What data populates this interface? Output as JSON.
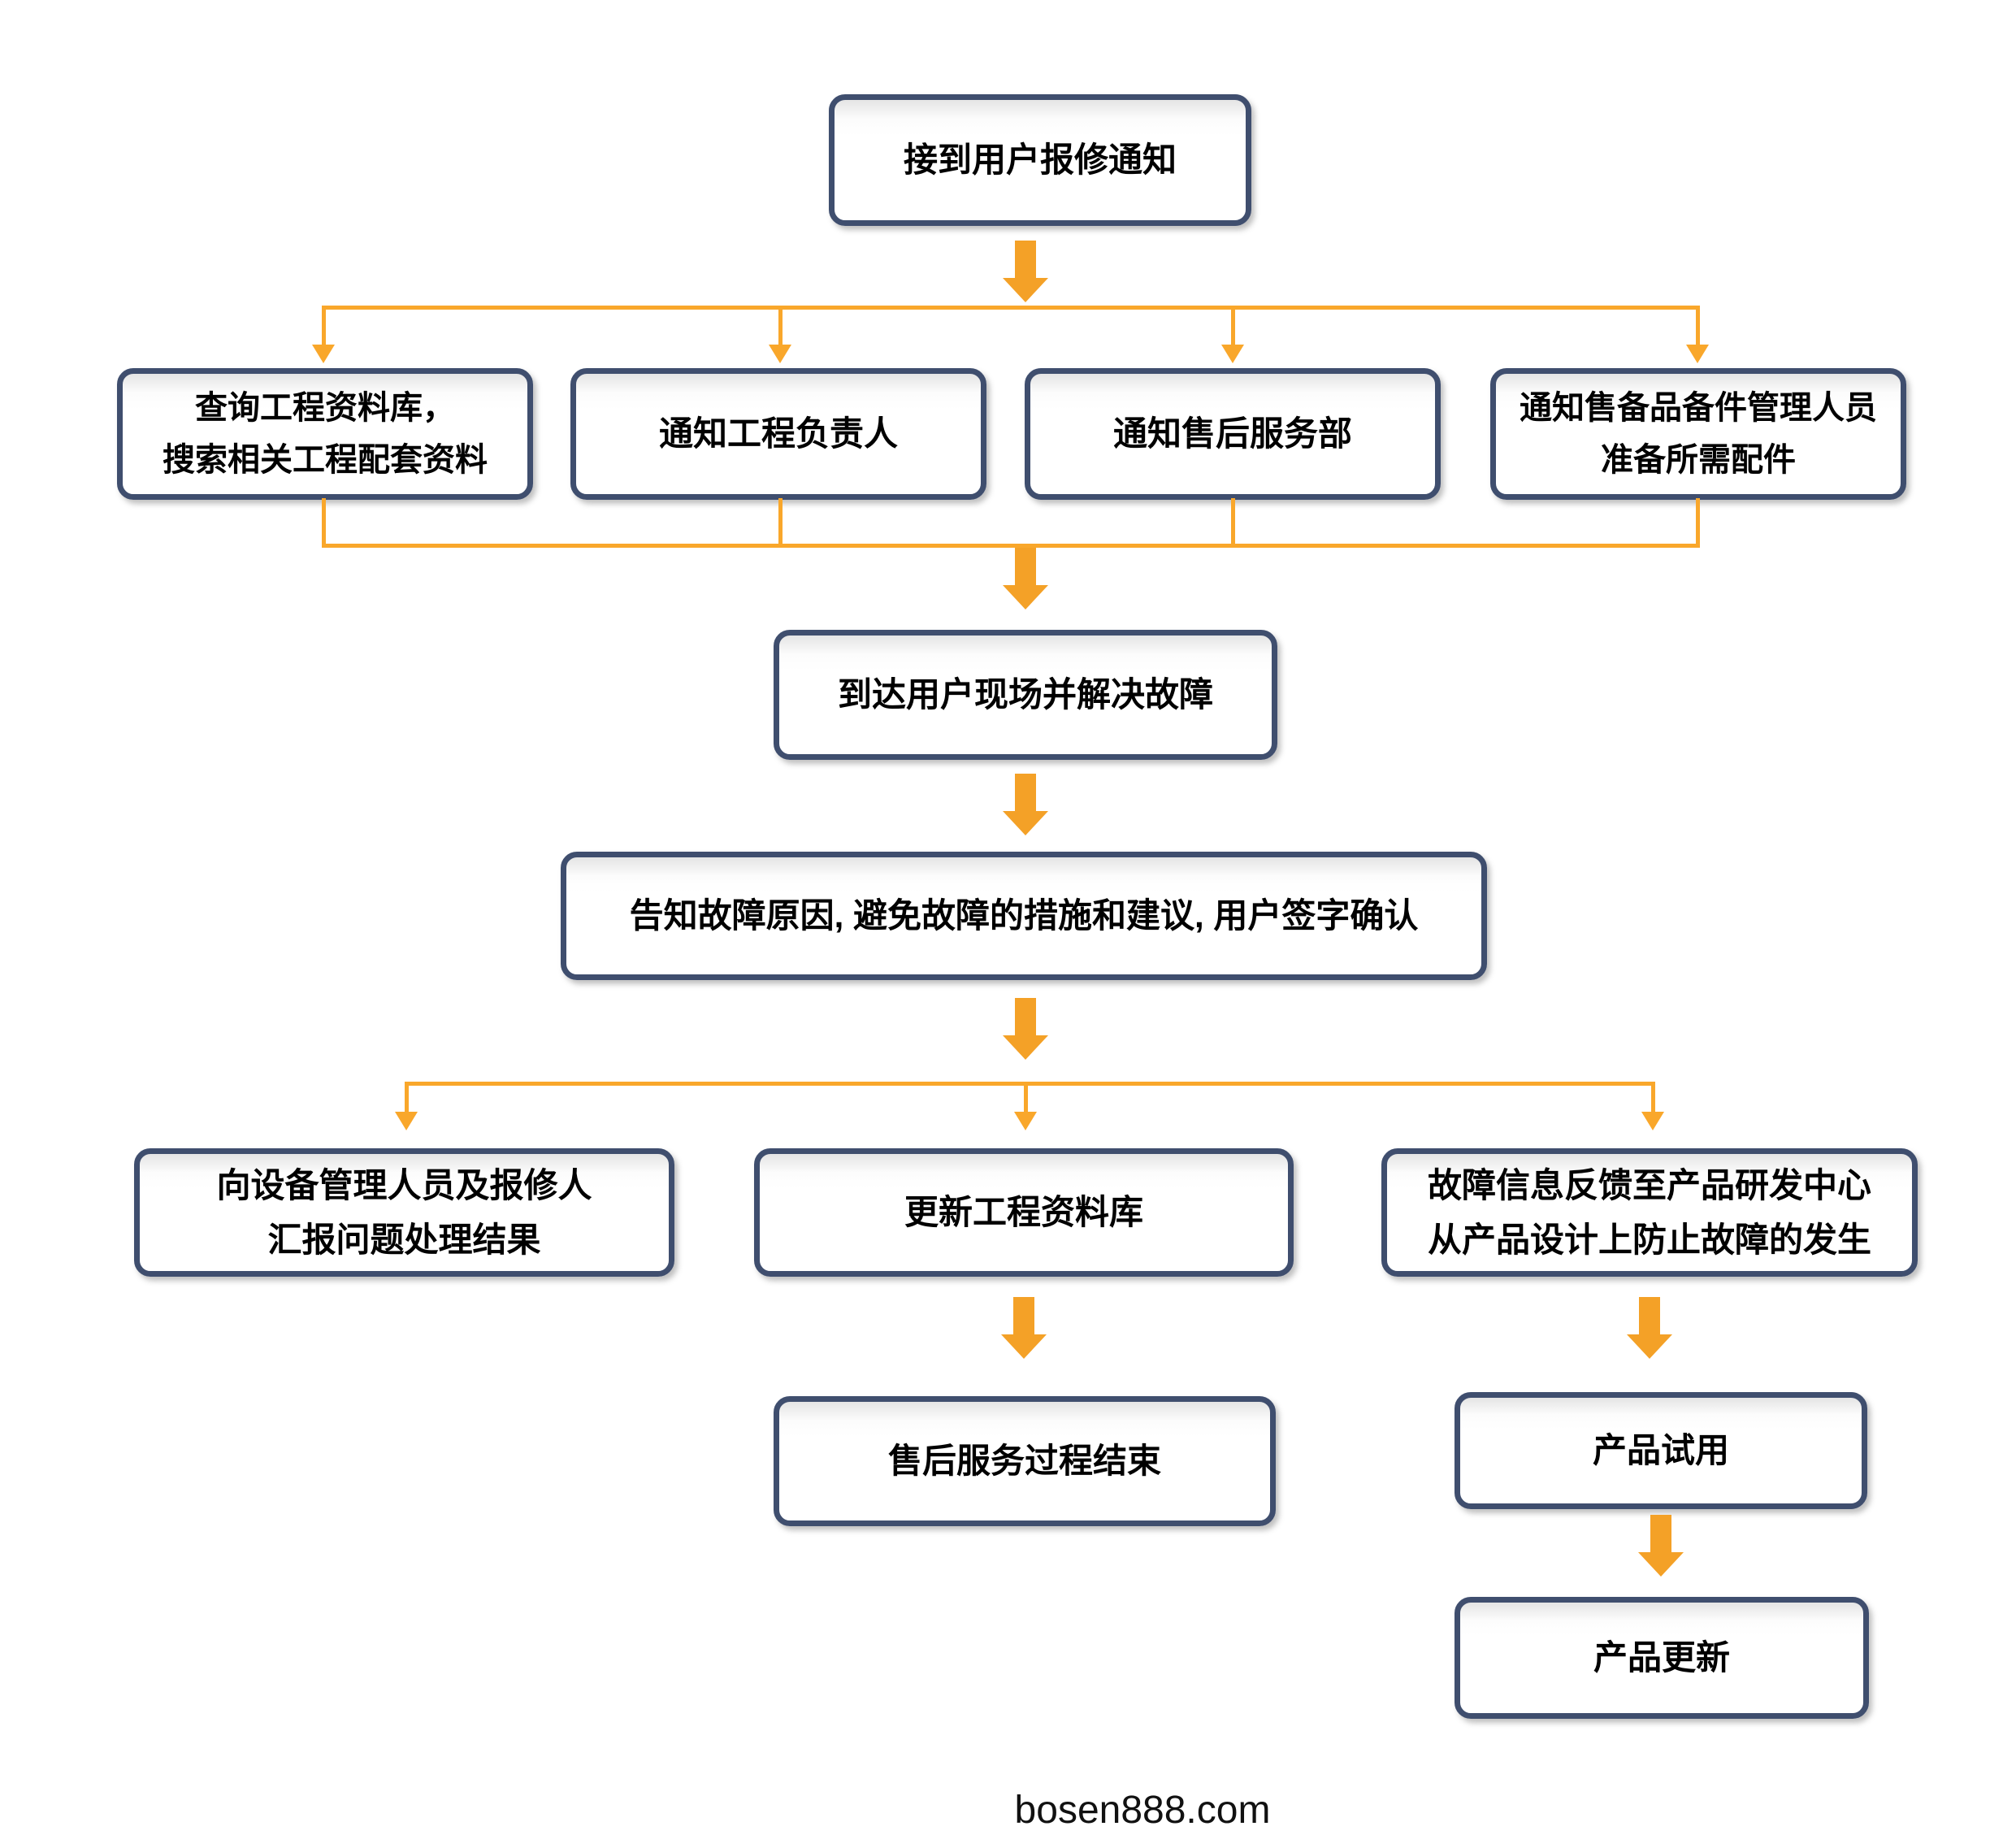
{
  "colors": {
    "box_border": "#3F4E6E",
    "connector_line": "#F9A72B",
    "arrow_fill": "#F4A127",
    "box_text": "#000000",
    "background": "#FFFFFF"
  },
  "flowchart": {
    "nodes": {
      "receive": {
        "label": "接到用户报修通知"
      },
      "query_db": {
        "label": "查询工程资料库，\n搜索相关工程配套资料"
      },
      "notify_manager": {
        "label": "通知工程负责人"
      },
      "notify_service": {
        "label": "通知售后服务部"
      },
      "notify_parts": {
        "label": "通知售备品备件管理人员\n准备所需配件"
      },
      "arrive": {
        "label": "到达用户现场并解决故障"
      },
      "inform": {
        "label": "告知故障原因, 避免故障的措施和建议, 用户签字确认"
      },
      "report": {
        "label": "向设备管理人员及报修人\n汇报问题处理结果"
      },
      "update_db": {
        "label": "更新工程资料库"
      },
      "feedback": {
        "label": "故障信息反馈至产品研发中心\n从产品设计上防止故障的发生"
      },
      "finish": {
        "label": "售后服务过程结束"
      },
      "trial": {
        "label": "产品试用"
      },
      "update_product": {
        "label": "产品更新"
      }
    }
  },
  "footer": {
    "text": "bosen888.com"
  }
}
